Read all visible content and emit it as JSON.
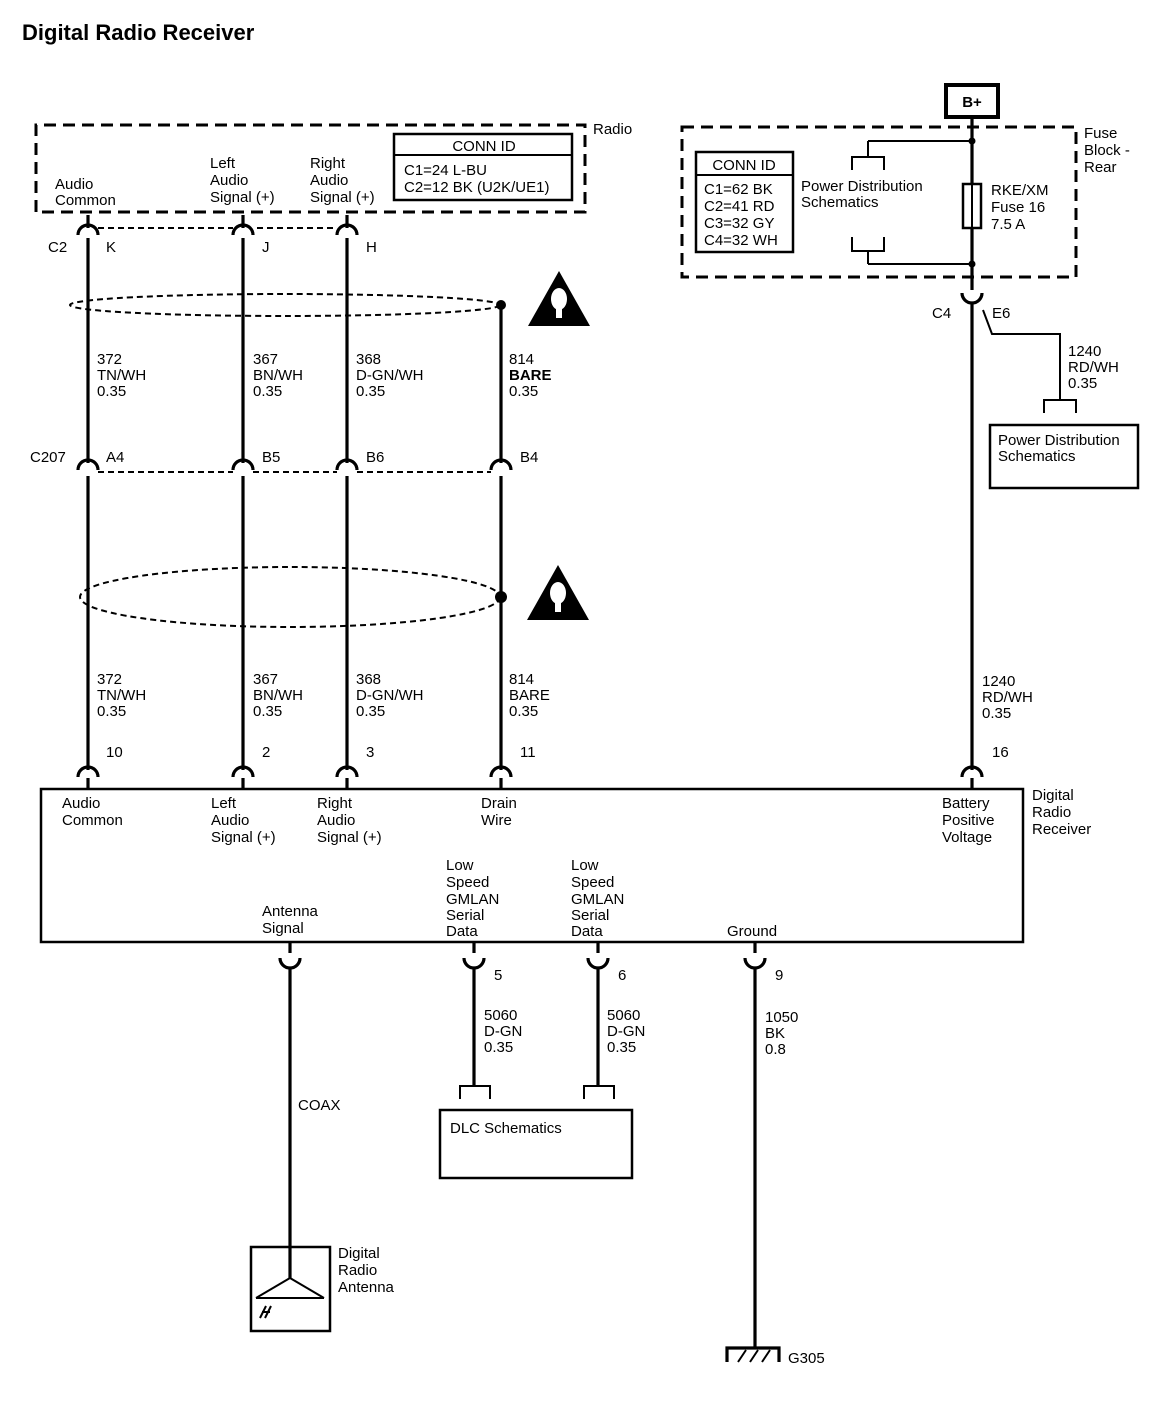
{
  "title": "Digital Radio Receiver",
  "radio": {
    "label": "Radio",
    "conn_id_title": "CONN ID",
    "conn_c1": "C1=24 L-BU",
    "conn_c2": "C2=12 BK (U2K/UE1)",
    "pin_audio_common": [
      "Audio",
      "Common"
    ],
    "pin_left": [
      "Left",
      "Audio",
      "Signal (+)"
    ],
    "pin_right": [
      "Right",
      "Audio",
      "Signal (+)"
    ],
    "connector": "C2",
    "cav_k": "K",
    "cav_j": "J",
    "cav_h": "H"
  },
  "fuse_block": {
    "label": [
      "Fuse",
      "Block -",
      "Rear"
    ],
    "bplus": "B+",
    "conn_id_title": "CONN ID",
    "conn_c1": "C1=62 BK",
    "conn_c2": "C2=41 RD",
    "conn_c3": "C3=32 GY",
    "conn_c4": "C4=32 WH",
    "power_dist": [
      "Power Distribution",
      "Schematics"
    ],
    "fuse": [
      "RKE/XM",
      "Fuse 16",
      "7.5 A"
    ],
    "connector": "C4",
    "cav_e6": "E6"
  },
  "branch_wire": [
    "1240",
    "RD/WH",
    "0.35"
  ],
  "power_dist_box": [
    "Power Distribution",
    "Schematics"
  ],
  "c207": {
    "name": "C207",
    "cav_a4": "A4",
    "cav_b5": "B5",
    "cav_b6": "B6",
    "cav_b4": "B4"
  },
  "upper_wires": {
    "w372": [
      "372",
      "TN/WH",
      "0.35"
    ],
    "w367": [
      "367",
      "BN/WH",
      "0.35"
    ],
    "w368": [
      "368",
      "D-GN/WH",
      "0.35"
    ],
    "w814": [
      "814",
      "BARE",
      "0.35"
    ]
  },
  "lower_wires": {
    "w372": [
      "372",
      "TN/WH",
      "0.35"
    ],
    "w367": [
      "367",
      "BN/WH",
      "0.35"
    ],
    "w368": [
      "368",
      "D-GN/WH",
      "0.35"
    ],
    "w814": [
      "814",
      "BARE",
      "0.35"
    ],
    "w1240": [
      "1240",
      "RD/WH",
      "0.35"
    ]
  },
  "receiver": {
    "label": [
      "Digital",
      "Radio",
      "Receiver"
    ],
    "pin10": "10",
    "pin2": "2",
    "pin3": "3",
    "pin11": "11",
    "pin16": "16",
    "pin_audio_common": [
      "Audio",
      "Common"
    ],
    "pin_left": [
      "Left",
      "Audio",
      "Signal (+)"
    ],
    "pin_right": [
      "Right",
      "Audio",
      "Signal (+)"
    ],
    "pin_drain": [
      "Drain",
      "Wire"
    ],
    "pin_battery": [
      "Battery",
      "Positive",
      "Voltage"
    ],
    "pin_antenna": [
      "Antenna",
      "Signal"
    ],
    "pin_gmlan1": [
      "Low",
      "Speed",
      "GMLAN",
      "Serial",
      "Data"
    ],
    "pin_gmlan2": [
      "Low",
      "Speed",
      "GMLAN",
      "Serial",
      "Data"
    ],
    "pin_ground": [
      "Ground"
    ],
    "pin5": "5",
    "pin6": "6",
    "pin9": "9"
  },
  "bottom_wires": {
    "coax": "COAX",
    "w5060a": [
      "5060",
      "D-GN",
      "0.35"
    ],
    "w5060b": [
      "5060",
      "D-GN",
      "0.35"
    ],
    "w1050": [
      "1050",
      "BK",
      "0.8"
    ]
  },
  "dlc": "DLC Schematics",
  "antenna": [
    "Digital",
    "Radio",
    "Antenna"
  ],
  "ground": "G305",
  "icons": [
    "shield-warning-icon",
    "shield-warning-icon"
  ]
}
